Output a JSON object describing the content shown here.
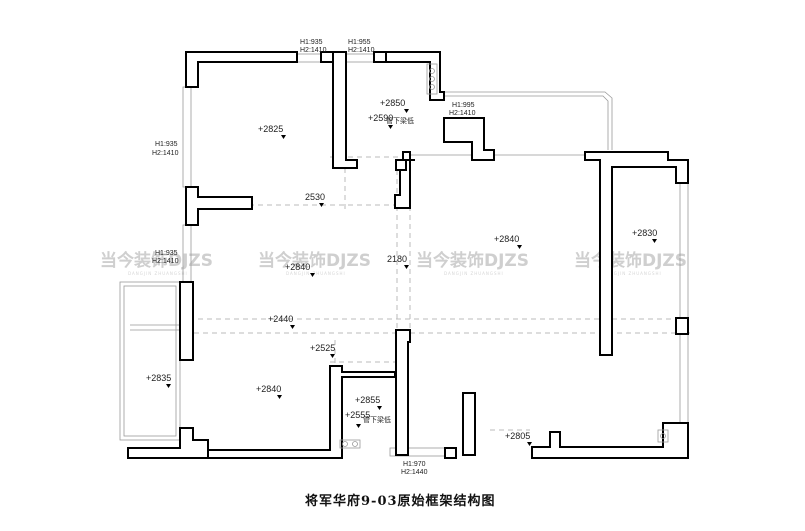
{
  "title": "将军华府9-03原始框架结构图",
  "watermark": {
    "brand": "当今装饰DJZS",
    "sub": "DANGJIN ZHUANGSHI"
  },
  "elevations": {
    "e2825": "+2825",
    "e2850": "+2850",
    "e2590": "+2590",
    "beam_note_1": "管下梁低",
    "e2530": "2530",
    "e2840_a": "+2840",
    "e2180": "2180",
    "e2840_b": "+2840",
    "e2830": "+2830",
    "e2440": "+2440",
    "e2525": "+2525",
    "e2835": "+2835",
    "e2840_c": "+2840",
    "e2855": "+2855",
    "e2555": "+2555",
    "beam_note_2": "管下梁低",
    "e2805": "+2805"
  },
  "windows": {
    "w1_h1": "H1:935",
    "w1_h2": "H2:1410",
    "w2_h1": "H1:955",
    "w2_h2": "H2:1410",
    "w3_h1": "H1:995",
    "w3_h2": "H2:1410",
    "w4_h1": "H1:935",
    "w4_h2": "H2:1410",
    "w5_h1": "H1:935",
    "w5_h2": "H2:1410",
    "w6_h1": "H1:970",
    "w6_h2": "H2:1440"
  }
}
